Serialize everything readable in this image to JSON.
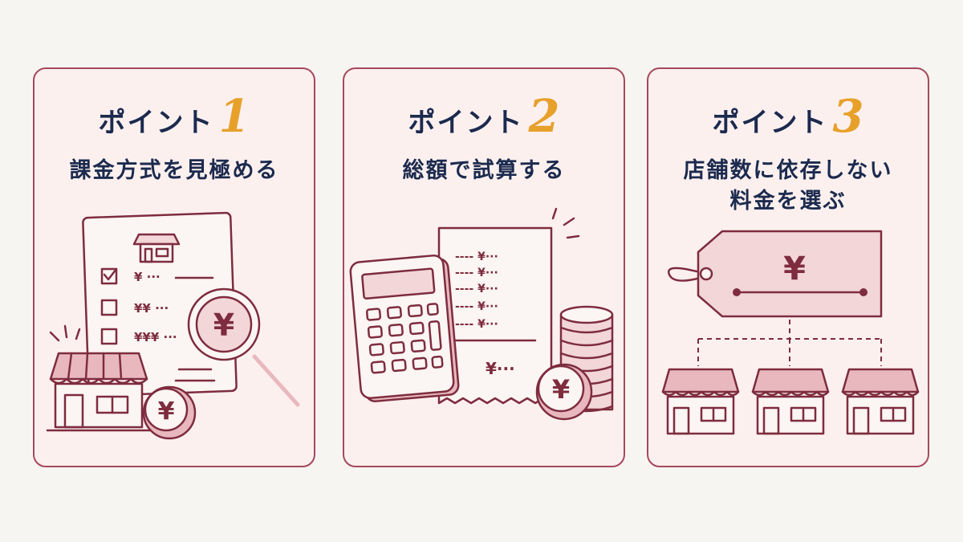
{
  "cards": [
    {
      "label": "ポイント",
      "number": "1",
      "title_lines": [
        "課金方式を見極める"
      ],
      "illustration": {
        "icons": [
          "document-icon",
          "storefront-icon",
          "magnifier-icon",
          "yen-coin-icon"
        ],
        "list_rows": [
          {
            "checked": true,
            "text": "¥ ···"
          },
          {
            "checked": false,
            "text": "¥¥ ···"
          },
          {
            "checked": false,
            "text": "¥¥¥ ···"
          }
        ],
        "yen_symbol": "¥"
      }
    },
    {
      "label": "ポイント",
      "number": "2",
      "title_lines": [
        "総額で試算する"
      ],
      "illustration": {
        "icons": [
          "calculator-icon",
          "receipt-icon",
          "coin-stack-icon",
          "yen-coin-icon"
        ],
        "receipt_rows": [
          "---- ¥···",
          "---- ¥···",
          "---- ¥···",
          "---- ¥···",
          "---- ¥···"
        ],
        "receipt_total": "¥···",
        "yen_symbol": "¥"
      }
    },
    {
      "label": "ポイント",
      "number": "3",
      "title_lines": [
        "店舗数に依存しない",
        "料金を選ぶ"
      ],
      "illustration": {
        "icons": [
          "price-tag-icon",
          "storefront-icon",
          "storefront-icon",
          "storefront-icon"
        ],
        "yen_symbol": "¥"
      }
    }
  ],
  "colors": {
    "background": "#f7f5f2",
    "card_border": "#a5485b",
    "card_fill": "#fcf0ef",
    "label_text": "#1b2a4e",
    "number_accent": "#e7a12a",
    "ink": "#7e2c3e"
  }
}
